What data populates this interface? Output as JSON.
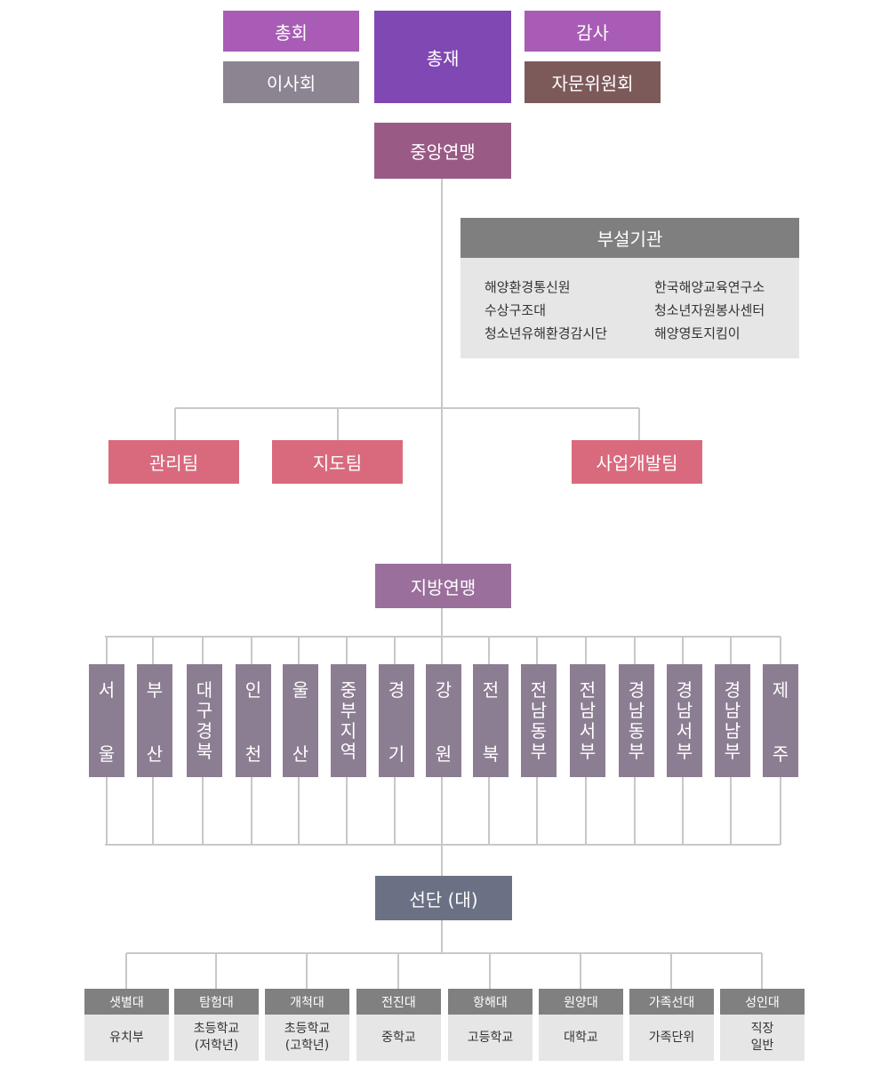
{
  "top": {
    "general_meeting": "총회",
    "board": "이사회",
    "president": "총재",
    "audit": "감사",
    "advisory": "자문위원회"
  },
  "central": "중앙연맹",
  "affiliated": {
    "title": "부설기관",
    "left": [
      "해양환경통신원",
      "수상구조대",
      "청소년유해환경감시단"
    ],
    "right": [
      "한국해양교육연구소",
      "청소년자원봉사센터",
      "해양영토지킴이"
    ]
  },
  "teams": [
    "관리팀",
    "지도팀",
    "사업개발팀"
  ],
  "local": "지방연맹",
  "regions": [
    [
      "서",
      "울"
    ],
    [
      "부",
      "산"
    ],
    [
      "대",
      "구",
      "경",
      "북"
    ],
    [
      "인",
      "천"
    ],
    [
      "울",
      "산"
    ],
    [
      "중",
      "부",
      "지",
      "역"
    ],
    [
      "경",
      "기"
    ],
    [
      "강",
      "원"
    ],
    [
      "전",
      "북"
    ],
    [
      "전",
      "남",
      "동",
      "부"
    ],
    [
      "전",
      "남",
      "서",
      "부"
    ],
    [
      "경",
      "남",
      "동",
      "부"
    ],
    [
      "경",
      "남",
      "서",
      "부"
    ],
    [
      "경",
      "남",
      "남",
      "부"
    ],
    [
      "제",
      "주"
    ]
  ],
  "units_label": "선단 (대)",
  "units": [
    {
      "name": "샛별대",
      "target": "유치부"
    },
    {
      "name": "탐험대",
      "target": "초등학교\n(저학년)"
    },
    {
      "name": "개척대",
      "target": "초등학교\n(고학년)"
    },
    {
      "name": "전진대",
      "target": "중학교"
    },
    {
      "name": "항해대",
      "target": "고등학교"
    },
    {
      "name": "원양대",
      "target": "대학교"
    },
    {
      "name": "가족선대",
      "target": "가족단위"
    },
    {
      "name": "성인대",
      "target": "직장\n일반"
    }
  ],
  "colors": {
    "general_meeting": "#a85cb5",
    "board": "#8c8490",
    "president": "#8048b3",
    "advisory": "#7d5a5a",
    "central": "#9a5a86",
    "team": "#d96a7e",
    "local": "#9a6f9b",
    "region": "#8b7e92",
    "units": "#6b7184",
    "line": "#c8c8c8"
  }
}
